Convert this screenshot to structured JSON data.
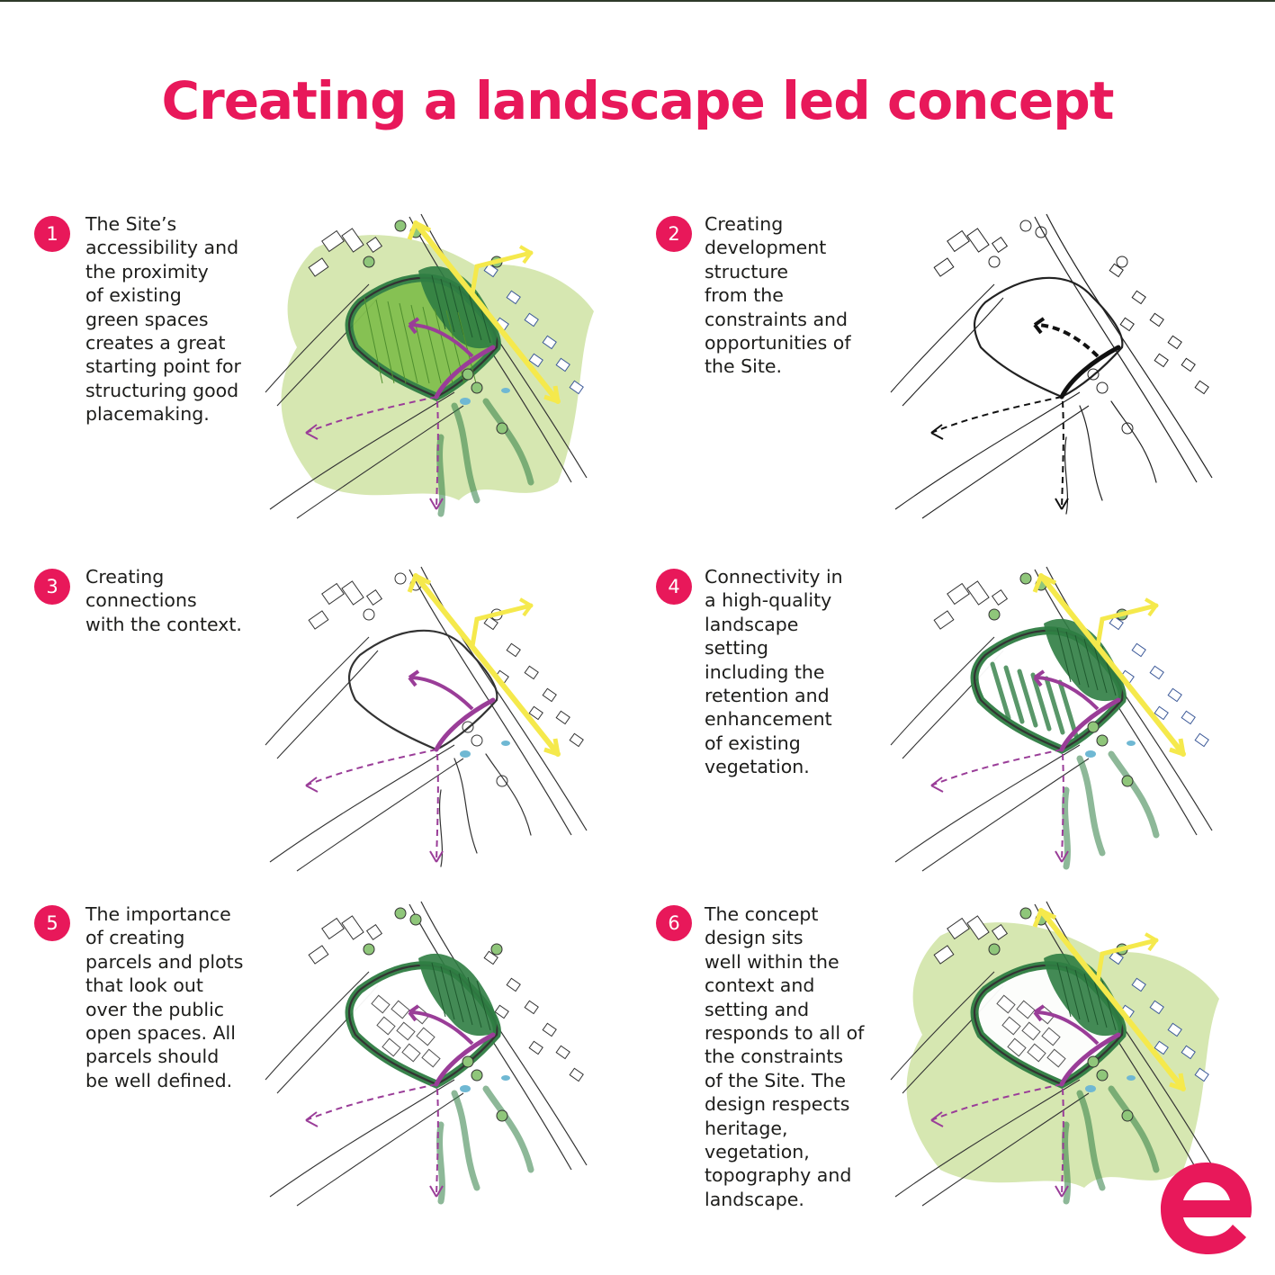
{
  "title": "Creating a landscape led concept",
  "steps": [
    {
      "number": "1",
      "text": "The Site’s\naccessibility and\nthe proximity\nof existing\ngreen spaces\ncreates a great\nstarting point for\nstructuring good\nplacemaking."
    },
    {
      "number": "2",
      "text": "Creating\ndevelopment\nstructure\nfrom the\nconstraints and\nopportunities of\nthe Site."
    },
    {
      "number": "3",
      "text": "Creating\nconnections\nwith the context."
    },
    {
      "number": "4",
      "text": "Connectivity in\na high-quality\nlandscape\nsetting\nincluding the\nretention and\nenhancement\nof existing\nvegetation."
    },
    {
      "number": "5",
      "text": "The importance\nof creating\nparcels and plots\nthat look out\nover the public\nopen spaces. All\nparcels should\nbe well defined."
    },
    {
      "number": "6",
      "text": "The concept\ndesign sits\nwell within the\ncontext and\nsetting and\nresponds to all of\nthe constraints\nof the Site. The\ndesign respects\nheritage,\nvegetation,\ntopography and\nlandscape."
    }
  ],
  "colors": {
    "accent": "#e8185a",
    "light_green": "#cfe3a3",
    "mid_green": "#82c04f",
    "dark_green": "#2f7d43",
    "road_yellow": "#f5e94c",
    "route_purple": "#9a3d98",
    "water_blue": "#6fb8d3"
  },
  "logo": {
    "letter": "e"
  }
}
